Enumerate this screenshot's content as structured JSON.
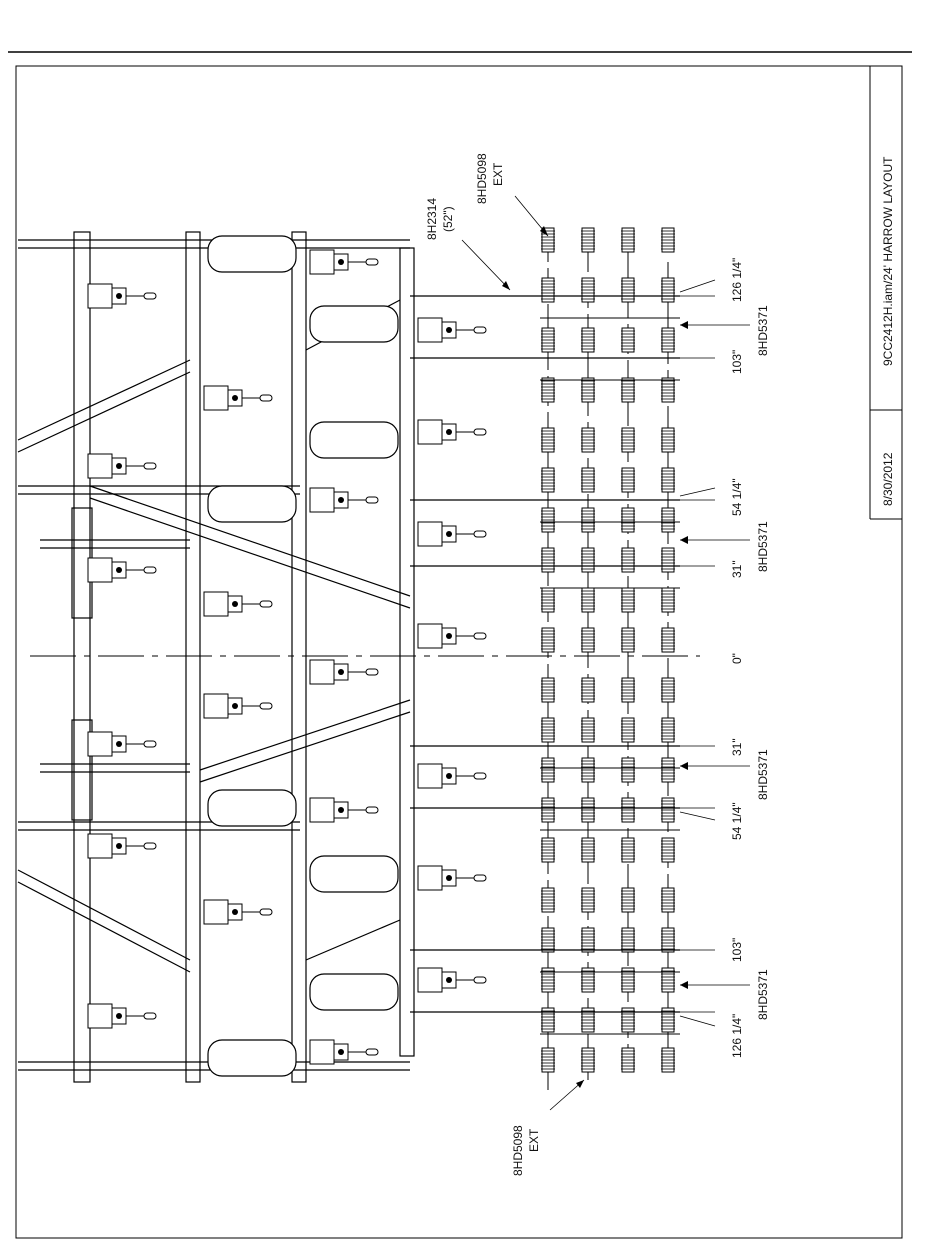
{
  "title_block": {
    "drawing_name": "9CC2412H.iam/24' HARROW LAYOUT",
    "date": "8/30/2012"
  },
  "callouts": {
    "part_ext_top": "8HD5098",
    "ext_top": "EXT",
    "part_tine_top": "8H2314",
    "tine_size_top": "(52\")",
    "part_ext_bottom": "8HD5098",
    "ext_bottom": "EXT",
    "part_arm_1": "8HD5371",
    "part_arm_2": "8HD5371",
    "part_arm_3": "8HD5371",
    "part_arm_4": "8HD5371"
  },
  "dimensions": {
    "d1": "126 1/4\"",
    "d2": "103\"",
    "d3": "54 1/4\"",
    "d4": "31\"",
    "d5": "0\"",
    "d6": "31\"",
    "d7": "54 1/4\"",
    "d8": "103\"",
    "d9": "126 1/4\""
  }
}
